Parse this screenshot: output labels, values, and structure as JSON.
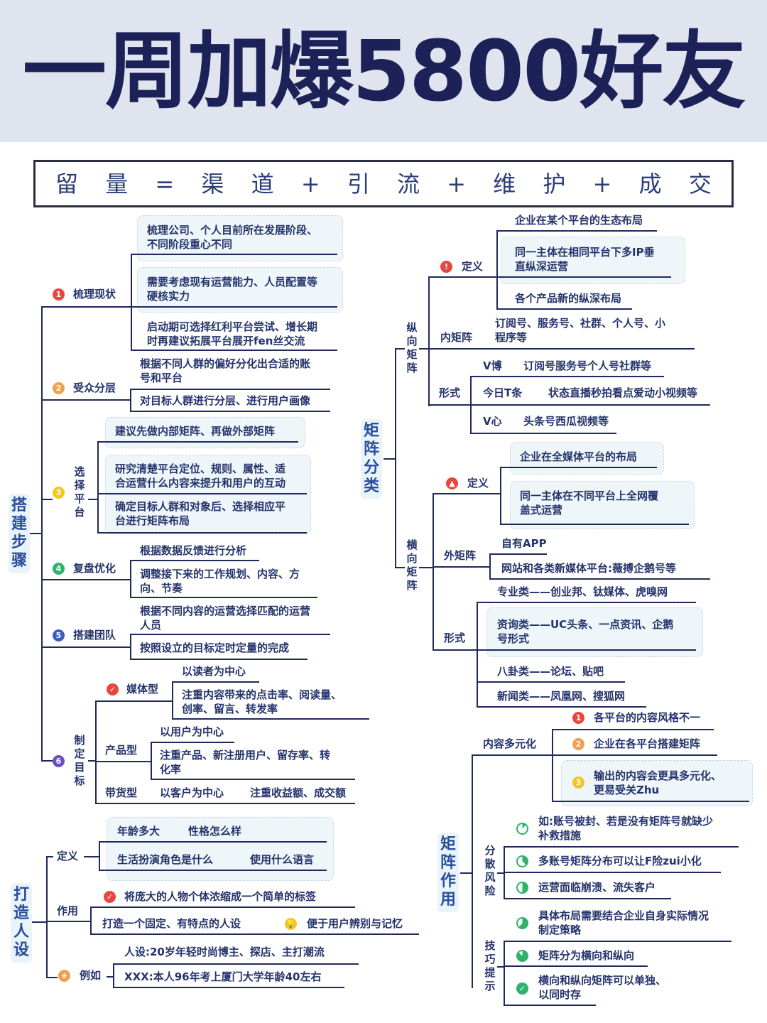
{
  "title": "一周加爆5800好友",
  "formula": [
    "留",
    "量",
    "=",
    "渠",
    "道",
    "+",
    "引",
    "流",
    "+",
    "维",
    "护",
    "+",
    "成",
    "交"
  ],
  "colors": {
    "navy": "#1c2258",
    "line": "#1f2a5c",
    "text": "#24336b",
    "badge_red": "#e8473f",
    "badge_orange": "#f0a050",
    "badge_yellow": "#f3c623",
    "badge_green": "#2fb36b",
    "badge_blue": "#3b5fc0",
    "badge_purple": "#6a4fc0"
  },
  "build": {
    "root": "搭建步骤",
    "s1": {
      "num": "1",
      "label": "梳理现状",
      "items": [
        [
          "梳理公司、个人目前所在发展阶段、",
          "不同阶段重心不同"
        ],
        [
          "需要考虑现有运营能力、人员配置等",
          "硬核实力"
        ],
        [
          "启动期可选择红利平台尝试、增长期",
          "时再建议拓展平台展开fen丝交流"
        ]
      ]
    },
    "s2": {
      "num": "2",
      "label": "受众分层",
      "items": [
        [
          "根据不同人群的偏好分化出合适的账",
          "号和平台"
        ],
        [
          "对目标人群进行分层、进行用户画像"
        ]
      ]
    },
    "s3": {
      "num": "3",
      "label": "选择平台",
      "items": [
        [
          "建议先做内部矩阵、再做外部矩阵"
        ],
        [
          "研究清楚平台定位、规则、属性、适",
          "合运营什么内容来提升和用户的互动"
        ],
        [
          "确定目标人群和对象后、选择相应平",
          "台进行矩阵布局"
        ]
      ]
    },
    "s4": {
      "num": "4",
      "label": "复盘优化",
      "items": [
        [
          "根据数据反馈进行分析"
        ],
        [
          "调整接下来的工作规划、内容、方",
          "向、节奏"
        ]
      ]
    },
    "s5": {
      "num": "5",
      "label": "搭建团队",
      "items": [
        [
          "根据不同内容的运营选择匹配的运营",
          "人员"
        ],
        [
          "按照设立的目标定时定量的完成"
        ]
      ]
    },
    "s6": {
      "num": "6",
      "label": "制定目标",
      "media": {
        "label": "媒体型",
        "items": [
          [
            "以读者为中心"
          ],
          [
            "注重内容带来的点击率、阅读量、",
            "创率、留言、转发率"
          ]
        ]
      },
      "product": {
        "label": "产品型",
        "items": [
          [
            "以用户为中心"
          ],
          [
            "注重产品、新注册用户、留存率、转",
            "化率"
          ]
        ]
      },
      "sales": {
        "label": "带货型",
        "a": "以客户为中心",
        "b": "注重收益额、成交额"
      }
    }
  },
  "persona": {
    "root": "打造人设",
    "def": {
      "label": "定义",
      "r1a": "年龄多大",
      "r1b": "性格怎么样",
      "r2a": "生活扮演角色是什么",
      "r2b": "使用什么语言"
    },
    "use": {
      "label": "作用",
      "i1": "将庞大的人物个体浓缩成一个简单的标签",
      "i2a": "打造一个固定、有特点的人设",
      "i2b": "便于用户辨别与记忆"
    },
    "eg": {
      "label": "例如",
      "i1": "人设:20岁年轻时尚博主、探店、主打潮流",
      "i2": "XXX:本人96年考上厦门大学年龄40左右"
    }
  },
  "matrix": {
    "root": "矩阵分类",
    "vertical": {
      "label": "纵向矩阵",
      "def": {
        "label": "定义",
        "i1": "企业在某个平台的生态布局",
        "i2": [
          "同一主体在相同平台下多IP垂",
          "直纵深运营"
        ],
        "i3": "各个产品新的纵深布局"
      },
      "inner": {
        "label": "内矩阵",
        "text": [
          "订阅号、服务号、社群、个人号、小",
          "程序等"
        ]
      },
      "form": {
        "label": "形式",
        "rows": [
          {
            "k": "V博",
            "v": "订阅号服务号个人号社群等"
          },
          {
            "k": "今日T条",
            "v": "状态直播秒拍看点爱动小视频等"
          },
          {
            "k": "V心",
            "v": "头条号西瓜视频等"
          }
        ]
      }
    },
    "horizontal": {
      "label": "横向矩阵",
      "def": {
        "label": "定义",
        "i1": "企业在全媒体平台的布局",
        "i2": [
          "同一主体在不同平台上全网覆",
          "盖式运营"
        ]
      },
      "outer": {
        "label": "外矩阵",
        "i1": "自有APP",
        "i2": "网站和各类新媒体平台:薇搏企鹅号等"
      },
      "form": {
        "label": "形式",
        "i1": "专业类——创业邦、钛媒体、虎嗅网",
        "i2": [
          "资询类——UC头条、一点资讯、企鹅",
          "号形式"
        ],
        "i3": "八卦类——论坛、贴吧",
        "i4": "新闻类——凤凰网、搜狐网"
      }
    }
  },
  "effect": {
    "root": "矩阵作用",
    "diverse": {
      "label": "内容多元化",
      "i1": "各平台的内容风格不一",
      "i2": "企业在各平台搭建矩阵",
      "i3": [
        "输出的内容会更具多元化、",
        "更易受关Zhu"
      ]
    },
    "risk": {
      "label": "分散风险",
      "i1": [
        "如:账号被封、若是没有矩阵号就缺少",
        "补救措施"
      ],
      "i2": "多账号矩阵分布可以让F险zui小化",
      "i3": "运营面临崩溃、流失客户"
    },
    "tips": {
      "label": "技巧提示",
      "i1": [
        "具体布局需要结合企业自身实际情况",
        "制定策略"
      ],
      "i2": "矩阵分为横向和纵向",
      "i3": [
        "横向和纵向矩阵可以单独、",
        "以同时存"
      ]
    }
  }
}
